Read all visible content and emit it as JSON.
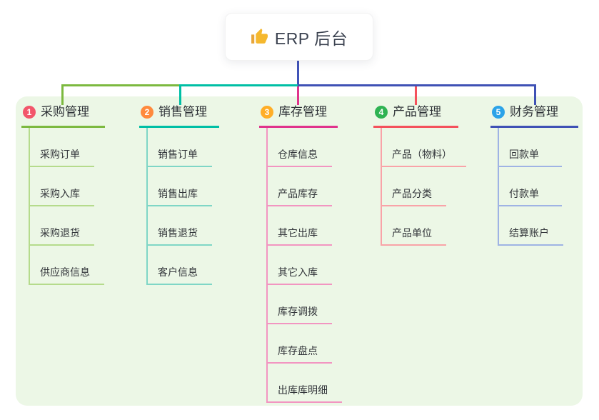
{
  "root": {
    "title": "ERP 后台",
    "icon": "thumbs-up",
    "line_color": "#4053b8"
  },
  "panel": {
    "background_color": "#ecf7e6"
  },
  "branches": [
    {
      "number": "1",
      "title": "采购管理",
      "badge_color": "#f2566b",
      "line_color": "#7cb93f",
      "child_line_color": "#b5db8c",
      "children": [
        "采购订单",
        "采购入库",
        "采购退货",
        "供应商信息"
      ]
    },
    {
      "number": "2",
      "title": "销售管理",
      "badge_color": "#ff8a3d",
      "line_color": "#00bfa5",
      "child_line_color": "#7fd6c6",
      "children": [
        "销售订单",
        "销售出库",
        "销售退货",
        "客户信息"
      ]
    },
    {
      "number": "3",
      "title": "库存管理",
      "badge_color": "#ffae27",
      "line_color": "#e0338c",
      "child_line_color": "#f295c1",
      "children": [
        "仓库信息",
        "产品库存",
        "其它出库",
        "其它入库",
        "库存调拨",
        "库存盘点",
        "出库库明细"
      ]
    },
    {
      "number": "4",
      "title": "产品管理",
      "badge_color": "#2fb353",
      "line_color": "#f4515c",
      "child_line_color": "#f9a3a8",
      "children": [
        "产品（物料）",
        "产品分类",
        "产品单位"
      ]
    },
    {
      "number": "5",
      "title": "财务管理",
      "badge_color": "#2ba3e8",
      "line_color": "#3f51b5",
      "child_line_color": "#9fb3e4",
      "children": [
        "回款单",
        "付款单",
        "结算账户"
      ]
    }
  ]
}
